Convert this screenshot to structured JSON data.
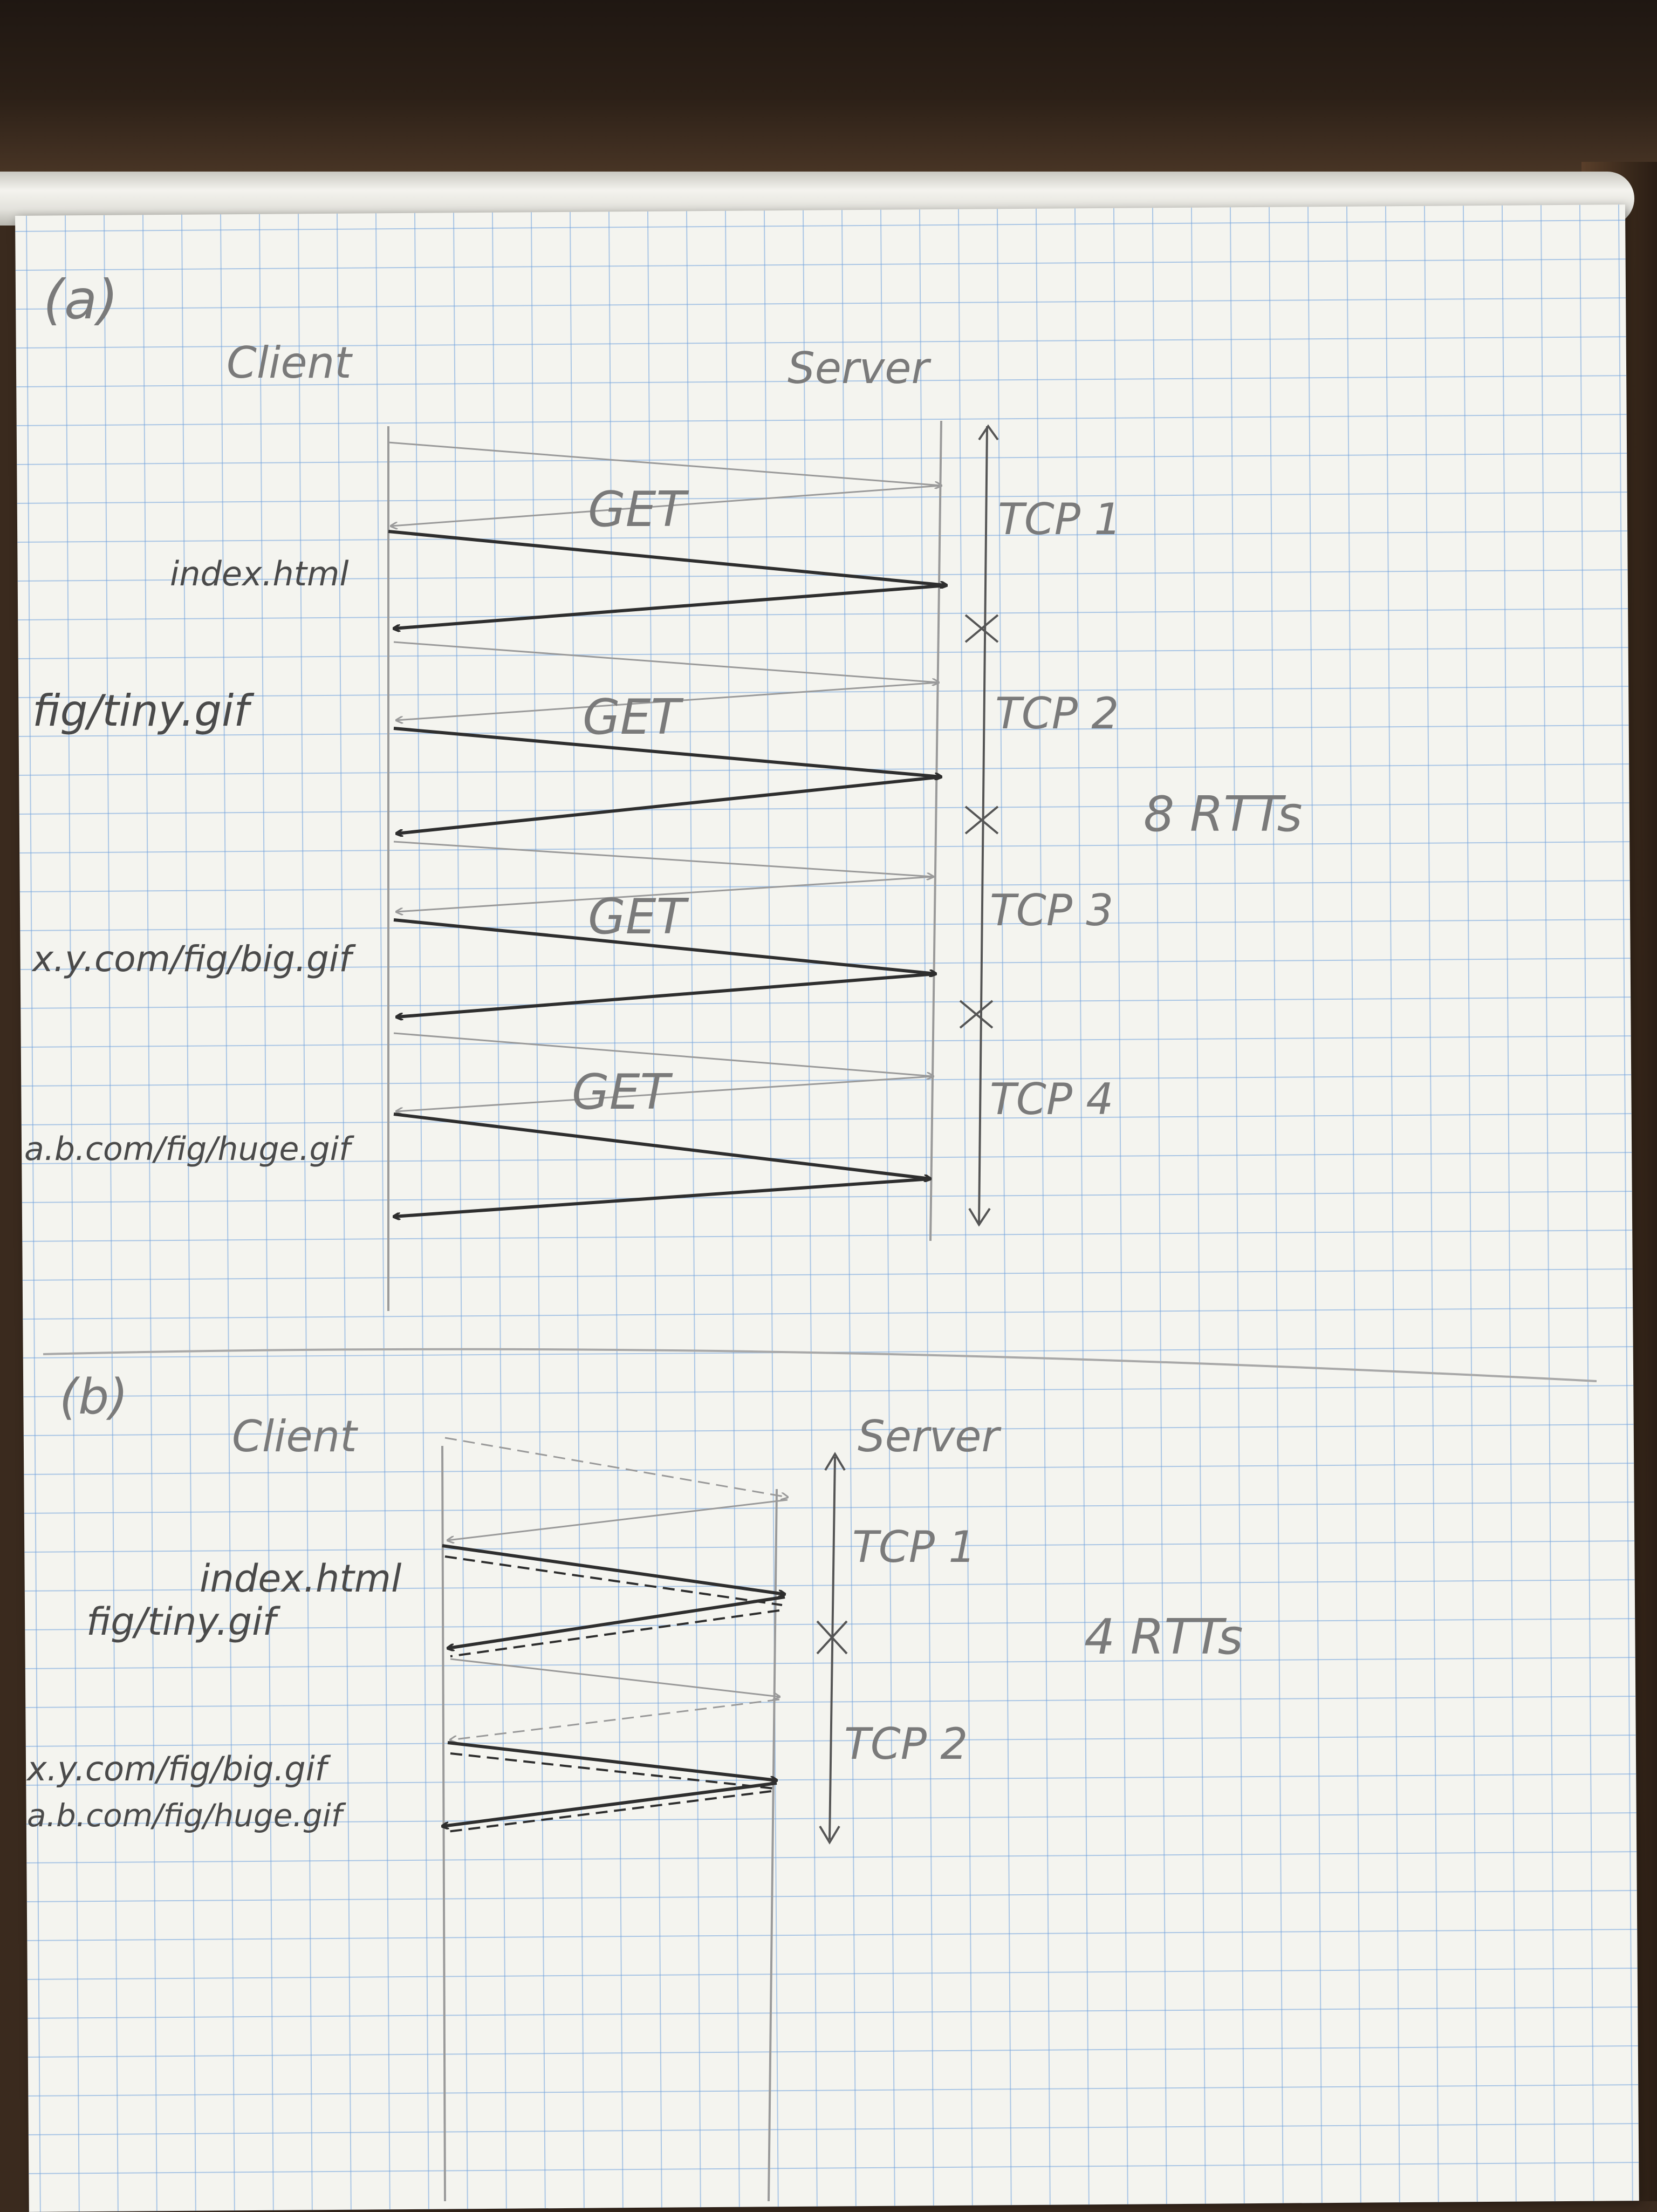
{
  "part_a": {
    "label": "(a)",
    "client": "Client",
    "server": "Server",
    "requests": [
      {
        "label": "index.html",
        "method": "GET",
        "connection": "TCP 1"
      },
      {
        "label": "fig/tiny.gif",
        "method": "GET",
        "connection": "TCP 2"
      },
      {
        "label": "x.y.com/fig/big.gif",
        "method": "GET",
        "connection": "TCP 3"
      },
      {
        "label": "a.b.com/fig/huge.gif",
        "method": "GET",
        "connection": "TCP 4"
      }
    ],
    "total": "8 RTTs"
  },
  "part_b": {
    "label": "(b)",
    "client": "Client",
    "server": "Server",
    "groups": [
      {
        "labels": [
          "index.html",
          "fig/tiny.gif"
        ],
        "connection": "TCP 1"
      },
      {
        "labels": [
          "x.y.com/fig/big.gif",
          "a.b.com/fig/huge.gif"
        ],
        "connection": "TCP 2"
      }
    ],
    "total": "4 RTTs"
  },
  "colors": {
    "pencil_dark": "#2e2e2e",
    "pencil_light": "#9a9a9a",
    "grid": "#6ea0dc"
  }
}
